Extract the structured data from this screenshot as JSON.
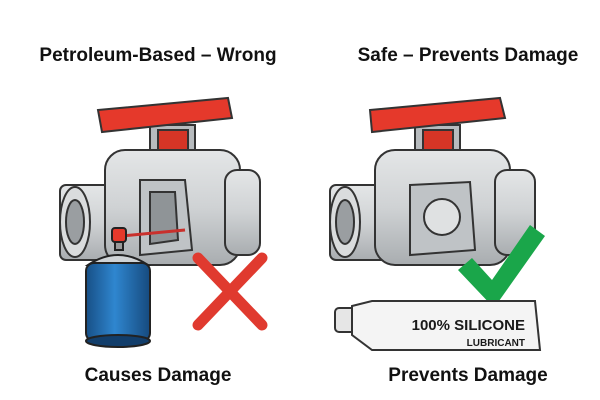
{
  "left_panel": {
    "title": "Petroleum-Based – Wrong",
    "caption": "Causes Damage",
    "mark_icon": "red-x-icon"
  },
  "right_panel": {
    "title": "Safe – Prevents Damage",
    "caption": "Prevents Damage",
    "mark_icon": "green-check-icon",
    "tube_text_line1": "100% SILICONE",
    "tube_text_line2": "LUBRICANT"
  },
  "colors": {
    "handle": "#e5392b",
    "valve_grey": "#cfd2d4",
    "can_blue": "#1f6fb5",
    "x_red": "#e03a2f",
    "check_green": "#1aa64a"
  }
}
